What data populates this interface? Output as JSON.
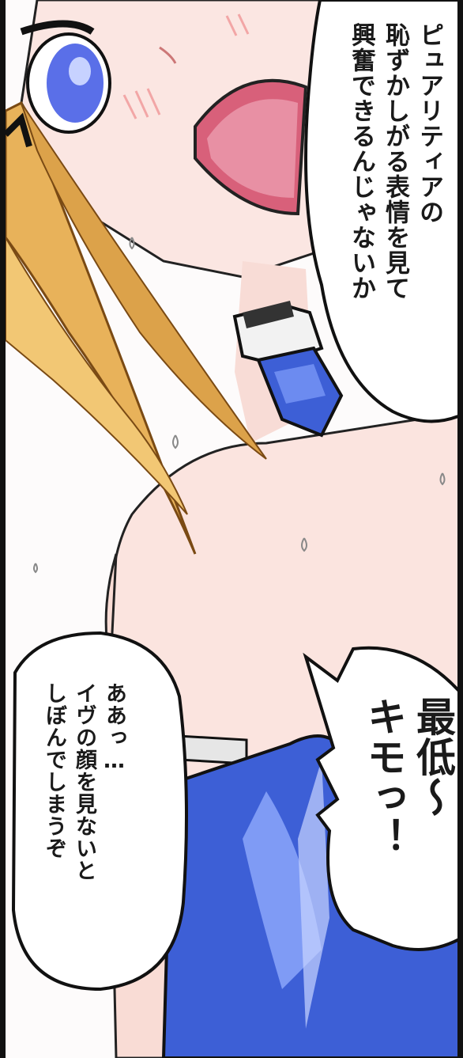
{
  "panel": {
    "bubbles": [
      {
        "id": "bubble-upper-right",
        "text": "ピュアリティアの\n恥ずかしがる表情を見て\n興奮できるんじゃないか"
      },
      {
        "id": "bubble-lower-left",
        "text": "ああっ…\nイヴの顔を見ないと\nしぼんでしまうぞ"
      },
      {
        "id": "bubble-lower-right",
        "text": "最低〜\nキモっ！"
      }
    ]
  },
  "colors": {
    "hair": "#e8b25a",
    "skin": "#fbe6e2",
    "outfit": "#3d5fd6",
    "eye": "#5a6fe8",
    "mouth": "#d8607a",
    "border": "#111111"
  }
}
